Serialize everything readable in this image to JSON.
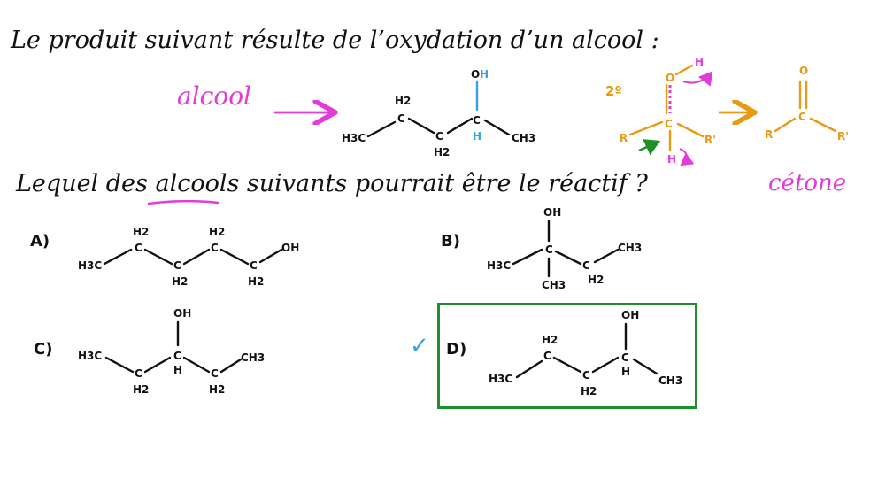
{
  "title": "Le produit suivant résulte de l’oxydation d’un alcool :",
  "question": "Lequel des alcools suivants pourrait être le réactif ?",
  "alcool_label": "alcool",
  "cetone_label": "cétone",
  "degree_label": "2º",
  "options": [
    {
      "label": "A)"
    },
    {
      "label": "B)"
    },
    {
      "label": "C)"
    },
    {
      "label": "D)"
    }
  ],
  "correct_option": "D",
  "check_mark": "✓",
  "colors": {
    "magenta": "#e23cd8",
    "orange": "#e89a12",
    "blue": "#3aa0e0",
    "green": "#1f8f2a"
  },
  "atoms": {
    "H3C": "H3C",
    "H2": "H2",
    "C": "C",
    "H": "H",
    "CH3": "CH3",
    "OH": "OH",
    "O": "O",
    "R": "R",
    "R_prime": "R'"
  }
}
